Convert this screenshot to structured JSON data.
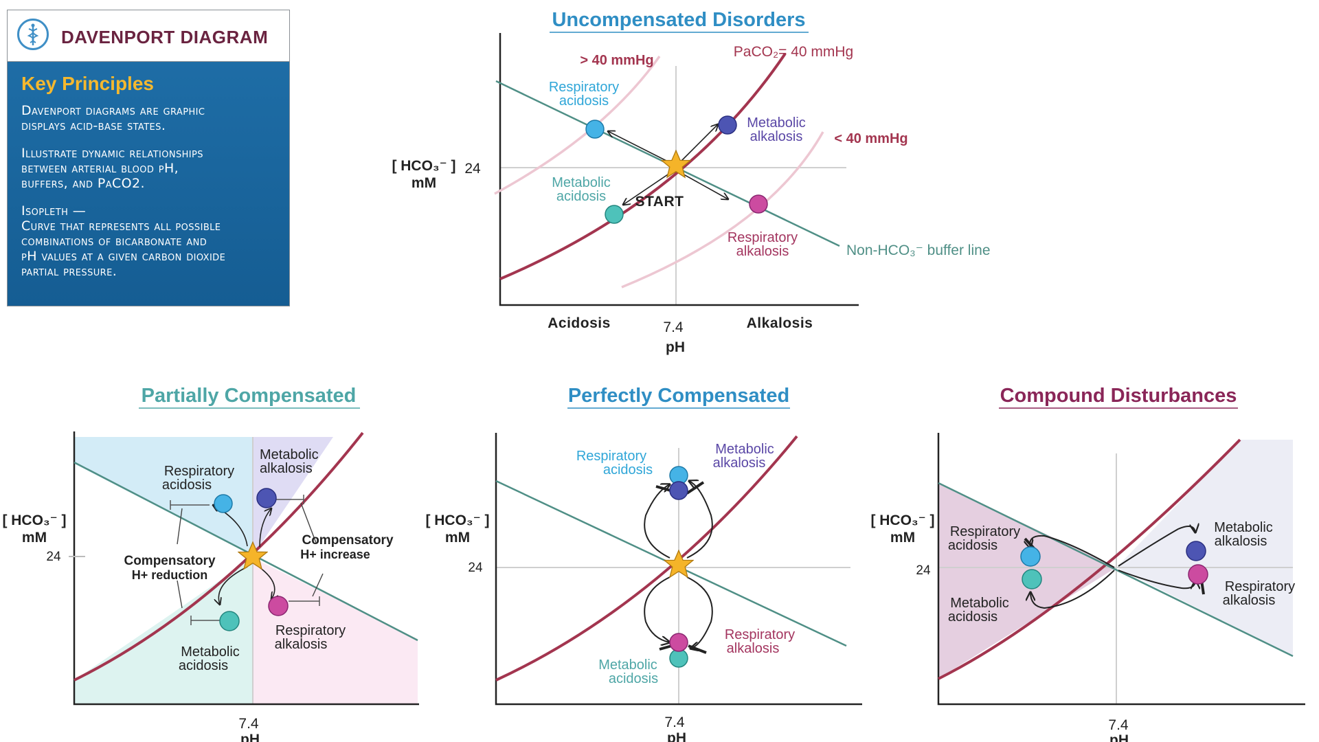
{
  "brand": "DAVENPORT DIAGRAM",
  "key_box": {
    "heading": "Key Principles",
    "p1_line1": "Davenport diagrams are graphic",
    "p1_line2": "displays acid-base states.",
    "p2_line1": "Illustrate dynamic relationships",
    "p2_line2": "between arterial blood pH,",
    "p2_line3": "buffers, and PaCO2.",
    "p3_line1": "Isopleth —",
    "p3_line2": "Curve that represents all possible",
    "p3_line3": "combinations of bicarbonate and",
    "p3_line4": "pH values  at a given carbon dioxide",
    "p3_line5": "partial pressure."
  },
  "colors": {
    "isopleth": "#a3354f",
    "isopleth_light": "#edc7d2",
    "buffer_line": "#4f8f86",
    "resp_acid": "#45b3e6",
    "met_alk": "#4d55b3",
    "met_acid": "#4ec2ba",
    "resp_alk": "#cc4ba0",
    "star": "#f5b429",
    "title_blue": "#2f8ec4",
    "title_teal": "#4ea6a6",
    "title_purple": "#8a2658"
  },
  "common": {
    "hco3": "[ HCO₃⁻ ]",
    "mm": "mM",
    "y24": "24",
    "x74": "7.4",
    "ph": "pH",
    "resp": "Respiratory",
    "met": "Metabolic",
    "acidosis": "acidosis",
    "alkalosis": "alkalosis"
  },
  "uncompensated": {
    "title": "Uncompensated Disorders",
    "gt40": "> 40 mmHg",
    "paco2": "PaCO₂= 40 mmHg",
    "lt40": "< 40 mmHg",
    "start": "START",
    "buffer": "Non-HCO₃⁻ buffer line",
    "acidosis_axis": "Acidosis",
    "alkalosis_axis": "Alkalosis"
  },
  "partial": {
    "title": "Partially Compensated",
    "comp_red_1": "Compensatory",
    "comp_red_2": "H+ reduction",
    "comp_inc_1": "Compensatory",
    "comp_inc_2": "H+ increase"
  },
  "perfect": {
    "title": "Perfectly Compensated"
  },
  "compound": {
    "title": "Compound Disturbances"
  }
}
